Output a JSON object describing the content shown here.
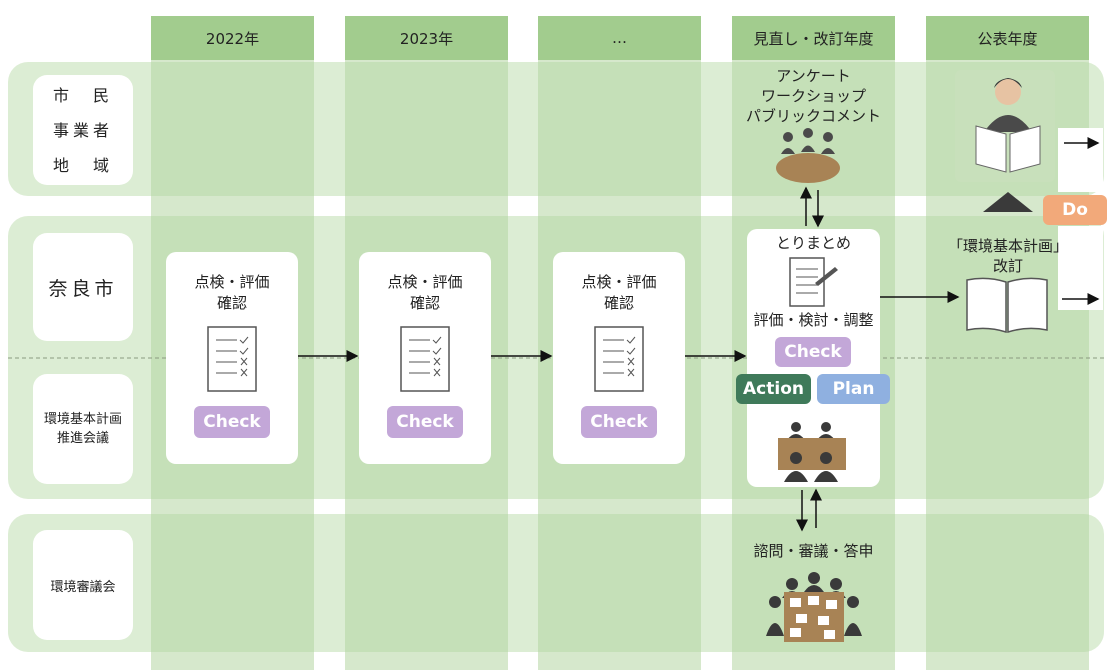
{
  "columns": [
    "2022年",
    "2023年",
    "…",
    "見直し・改訂年度",
    "公表年度"
  ],
  "rows": {
    "citizens": [
      "市　民",
      "事業者",
      "地　域"
    ],
    "nara_city": "奈良市",
    "council": [
      "環境基本計画",
      "推進会議"
    ],
    "shingikai": "環境審議会"
  },
  "review_card": {
    "title": [
      "点検・評価",
      "確認"
    ],
    "badge": "Check"
  },
  "citizen_methods": [
    "アンケート",
    "ワークショップ",
    "パブリックコメント"
  ],
  "summary": {
    "title": "とりまとめ",
    "subtitle": "評価・検討・調整",
    "check": "Check",
    "action": "Action",
    "plan": "Plan"
  },
  "inquiry": "諮問・審議・答申",
  "publication": {
    "title": [
      "「環境基本計画」",
      "改訂"
    ],
    "do_badge": "Do"
  },
  "colors": {
    "column_bg": "#d6e8cc",
    "column_header": "#a2cc8e",
    "check": "#c3a7d8",
    "action": "#3f7a5a",
    "plan": "#8fb0e0",
    "do": "#f2a97a"
  }
}
